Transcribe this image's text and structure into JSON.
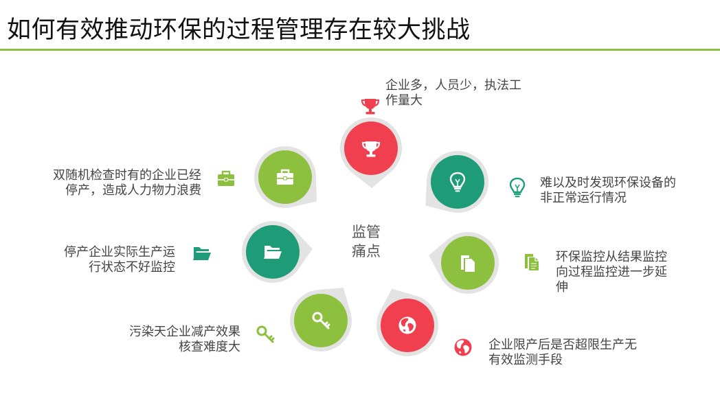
{
  "title": "如何有效推动环保的过程管理存在较大挑战",
  "center": {
    "line1": "监管",
    "line2": "痛点"
  },
  "colors": {
    "accent_green": "#8dc03f",
    "red": "#f0404f",
    "teal": "#1e9c78",
    "lime": "#8dc03f",
    "orange": "#e98e5c",
    "rim": "#e3e3e3",
    "text": "#444444"
  },
  "points": [
    {
      "id": "top",
      "color": "red",
      "icon": "trophy-icon",
      "text_lines": [
        "企业多，人员少，执法工",
        "作量大"
      ]
    },
    {
      "id": "upper-right",
      "color": "teal",
      "icon": "lightbulb-icon",
      "text_lines": [
        "难以及时发现环保设备的",
        "非正常运行情况"
      ]
    },
    {
      "id": "right",
      "color": "lime",
      "icon": "document-icon",
      "text_lines": [
        "环保监控从结果监控",
        "向过程监控进一步延",
        "伸"
      ]
    },
    {
      "id": "lower-right",
      "color": "red",
      "icon": "globe-icon",
      "text_lines": [
        "企业限产后是否超限生产无",
        "有效监测手段"
      ]
    },
    {
      "id": "lower-left",
      "color": "lime",
      "icon": "key-icon",
      "text_lines": [
        "污染天企业减产效果",
        "核查难度大"
      ]
    },
    {
      "id": "left",
      "color": "teal",
      "icon": "folder-icon",
      "text_lines": [
        "停产企业实际生产运",
        "行状态不好监控"
      ]
    },
    {
      "id": "upper-left",
      "color": "lime",
      "icon": "briefcase-icon",
      "text_lines": [
        "双随机检查时有的企业已经",
        "停产，造成人力物力浪费"
      ]
    }
  ]
}
